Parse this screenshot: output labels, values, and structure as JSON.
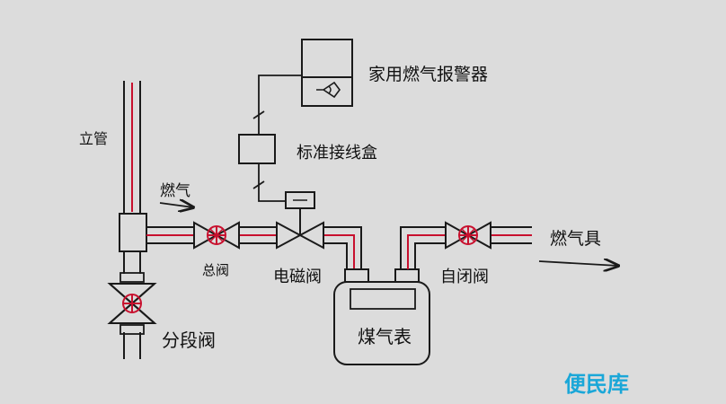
{
  "labels": {
    "alarm": "家用燃气报警器",
    "junction_box": "标准接线盒",
    "riser": "立管",
    "gas_in": "燃气",
    "main_valve": "总阀",
    "solenoid_valve": "电磁阀",
    "auto_close_valve": "自闭阀",
    "appliance": "燃气具",
    "section_valve": "分段阀",
    "gas_meter": "煤气表"
  },
  "watermark": "便民库",
  "colors": {
    "background": "#dcdcdc",
    "pipe": "#1a1a1a",
    "accent": "#c8102e",
    "watermark": "#1aa7d8"
  }
}
